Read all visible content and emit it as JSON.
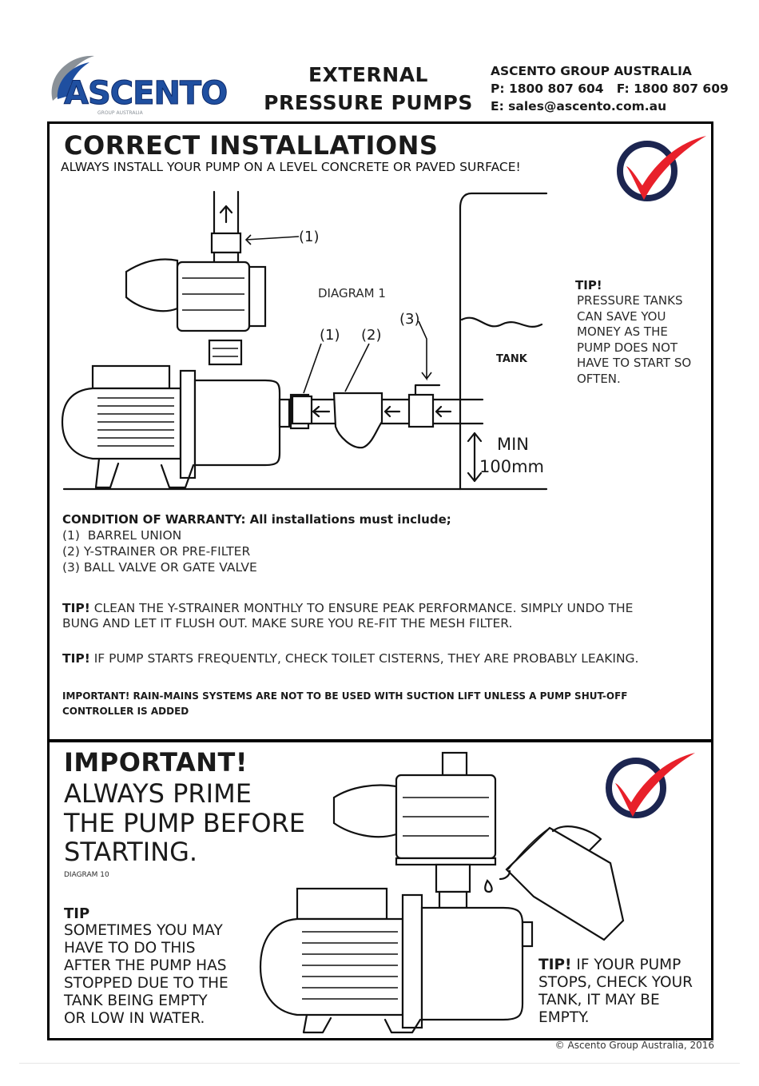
{
  "header": {
    "logo_text": "ASCENTO",
    "logo_subtext": "GROUP AUSTRALIA",
    "title_line1": "EXTERNAL",
    "title_line2": "PRESSURE PUMPS",
    "company": "ASCENTO GROUP AUSTRALIA",
    "phone": "P: 1800 807 604   F: 1800 807 609",
    "email": "E: sales@ascento.com.au"
  },
  "correct": {
    "heading": "CORRECT  INSTALLATIONS",
    "subheading": "ALWAYS INSTALL YOUR PUMP ON A LEVEL CONCRETE OR PAVED SURFACE!",
    "diagram_label": "DIAGRAM 1",
    "callout_1_top": "(1)",
    "callout_1": "(1)",
    "callout_2": "(2)",
    "callout_3": "(3)",
    "tank_label": "TANK",
    "min_label": "MIN",
    "min_value": "100mm",
    "tip_title": "TIP!",
    "tip_lines": [
      "PRESSURE TANKS",
      "CAN SAVE YOU",
      "MONEY AS THE",
      "PUMP DOES NOT",
      "HAVE TO START SO",
      "OFTEN."
    ],
    "warranty_title": "CONDITION OF WARRANTY: All installations must include;",
    "warranty_items": [
      "(1)  BARREL UNION",
      "(2) Y-STRAINER OR PRE-FILTER",
      "(3) BALL VALVE OR GATE VALVE"
    ],
    "tip2_label": "TIP!",
    "tip2_line1": " CLEAN THE Y-STRAINER MONTHLY TO  ENSURE PEAK PERFORMANCE. SIMPLY UNDO THE",
    "tip2_line2": "BUNG AND LET IT FLUSH OUT. MAKE SURE YOU RE-FIT THE MESH FILTER.",
    "tip3_label": "TIP!",
    "tip3_text": " IF PUMP STARTS FREQUENTLY, CHECK TOILET CISTERNS, THEY ARE PROBABLY LEAKING.",
    "important_line1": "IMPORTANT! RAIN-MAINS SYSTEMS ARE NOT TO BE USED WITH SUCTION LIFT UNLESS A PUMP SHUT-OFF",
    "important_line2": "CONTROLLER IS ADDED"
  },
  "prime": {
    "heading": "IMPORTANT!",
    "line1": "ALWAYS PRIME",
    "line2": "THE PUMP BEFORE",
    "line3": "STARTING.",
    "diagram_label": "DIAGRAM 10",
    "tip_title": "TIP",
    "tip_lines": [
      "SOMETIMES YOU MAY",
      "HAVE TO DO THIS",
      "AFTER THE PUMP HAS",
      "STOPPED DUE TO THE",
      "TANK BEING EMPTY",
      "OR LOW IN WATER."
    ],
    "tip2_label": "TIP!",
    "tip2_first": " IF YOUR PUMP",
    "tip2_lines": [
      "STOPS, CHECK YOUR",
      "TANK, IT MAY BE",
      "EMPTY."
    ]
  },
  "footer": {
    "copyright": "© Ascento Group Australia, 2016"
  },
  "colors": {
    "check_red": "#e8202a",
    "check_navy": "#1c2550",
    "logo_blue": "#1f4fa0",
    "logo_grey": "#8a9198"
  }
}
